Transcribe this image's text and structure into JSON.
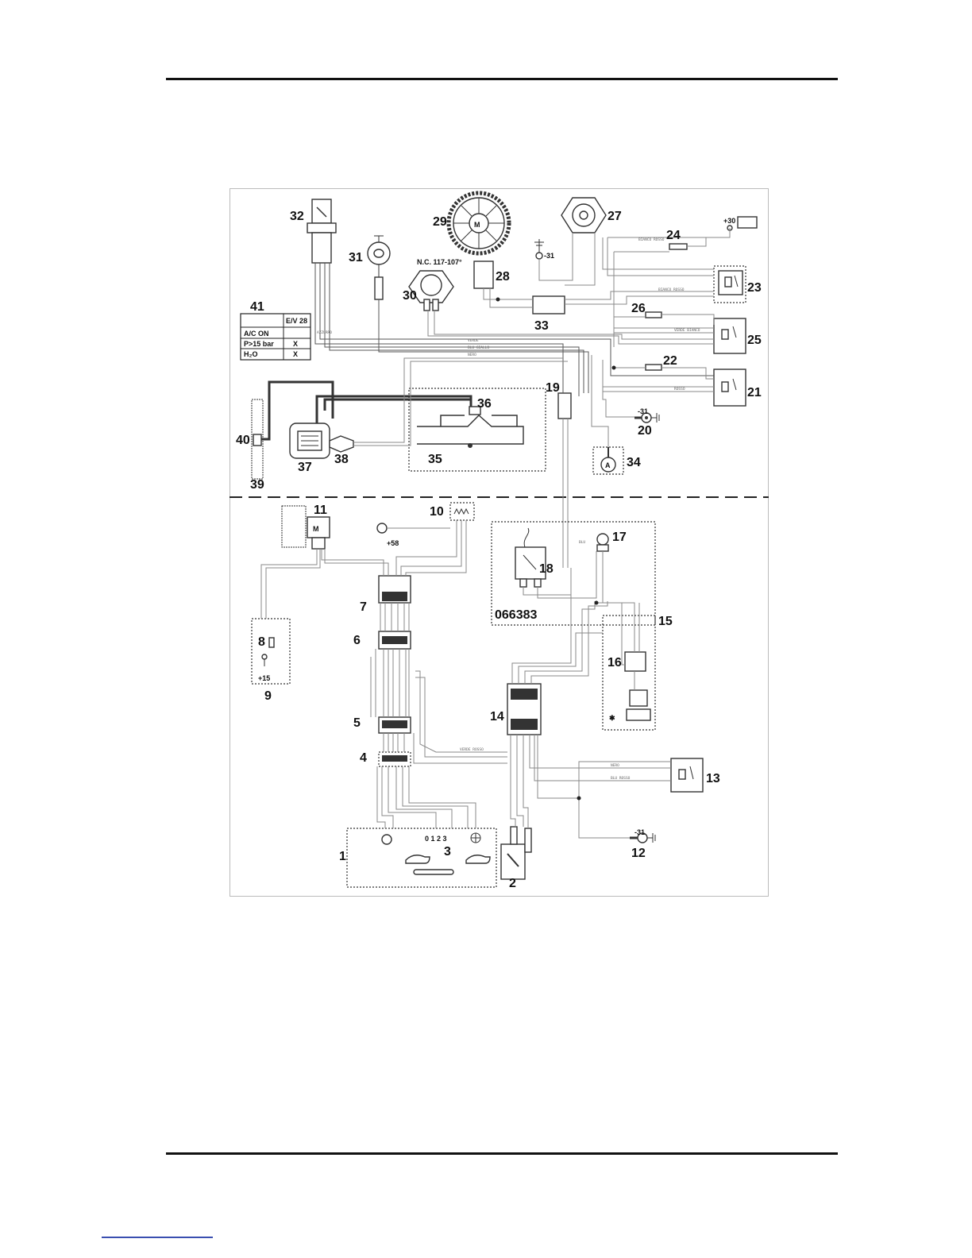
{
  "components": [
    {
      "id": "1",
      "label": "1"
    },
    {
      "id": "2",
      "label": "2"
    },
    {
      "id": "3",
      "label": "3"
    },
    {
      "id": "4",
      "label": "4"
    },
    {
      "id": "5",
      "label": "5"
    },
    {
      "id": "6",
      "label": "6"
    },
    {
      "id": "7",
      "label": "7"
    },
    {
      "id": "8",
      "label": "8"
    },
    {
      "id": "9",
      "label": "9"
    },
    {
      "id": "10",
      "label": "10"
    },
    {
      "id": "11",
      "label": "11"
    },
    {
      "id": "12",
      "label": "12"
    },
    {
      "id": "13",
      "label": "13"
    },
    {
      "id": "14",
      "label": "14"
    },
    {
      "id": "15",
      "label": "15"
    },
    {
      "id": "16",
      "label": "16"
    },
    {
      "id": "17",
      "label": "17"
    },
    {
      "id": "18",
      "label": "18"
    },
    {
      "id": "19",
      "label": "19"
    },
    {
      "id": "20",
      "label": "20"
    },
    {
      "id": "21",
      "label": "21"
    },
    {
      "id": "22",
      "label": "22"
    },
    {
      "id": "23",
      "label": "23"
    },
    {
      "id": "24",
      "label": "24"
    },
    {
      "id": "25",
      "label": "25"
    },
    {
      "id": "26",
      "label": "26"
    },
    {
      "id": "27",
      "label": "27"
    },
    {
      "id": "28",
      "label": "28"
    },
    {
      "id": "29",
      "label": "29"
    },
    {
      "id": "30",
      "label": "30"
    },
    {
      "id": "31",
      "label": "31"
    },
    {
      "id": "32",
      "label": "32"
    },
    {
      "id": "33",
      "label": "33"
    },
    {
      "id": "34",
      "label": "34"
    },
    {
      "id": "35",
      "label": "35"
    },
    {
      "id": "36",
      "label": "36"
    },
    {
      "id": "37",
      "label": "37"
    },
    {
      "id": "38",
      "label": "38"
    },
    {
      "id": "39",
      "label": "39"
    },
    {
      "id": "40",
      "label": "40"
    },
    {
      "id": "41",
      "label": "41"
    }
  ],
  "labels": {
    "part_code": "066383",
    "nc_temp": "N.C. 117-107°",
    "battery": "+30",
    "ground_20": "-31",
    "ground_12": "-31",
    "ground_top": "-31",
    "ignition": "+15",
    "lights": "+58",
    "ammeter": "A",
    "fan_speeds": "0 1 2 3"
  },
  "table_41": {
    "header": "E/V 28",
    "rows": [
      {
        "condition": "A/C ON",
        "mark": ""
      },
      {
        "condition": "P>15 bar",
        "mark": "X"
      },
      {
        "condition": "H₂O",
        "mark": "X"
      }
    ]
  },
  "wire_colors": [
    "VERDE",
    "NERO",
    "BLU",
    "ROSSO",
    "BIANCO NERO",
    "BLU GIALLO",
    "VERDE BIANCO",
    "BIANCO ROSSO",
    "BLU ROSSO",
    "VERDE ROSSO",
    "AZZURRO",
    "GIALLO"
  ]
}
